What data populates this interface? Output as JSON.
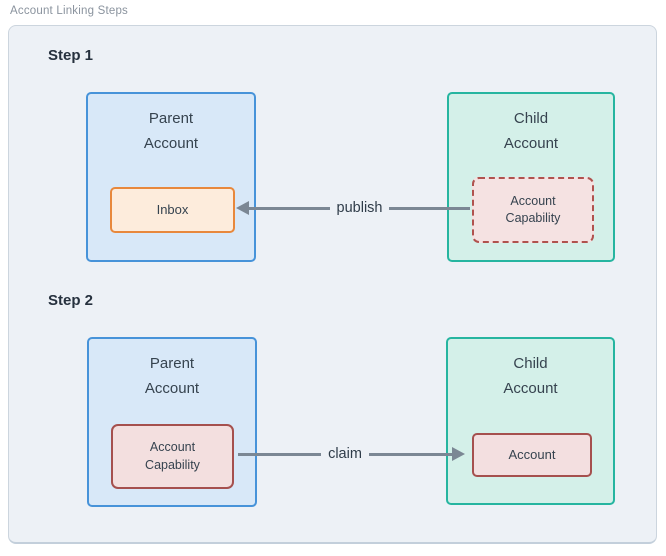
{
  "figure": {
    "title": "Account Linking Steps",
    "steps": [
      {
        "label": "Step 1",
        "parent": {
          "title": "Parent\nAccount",
          "inner_label": "Inbox"
        },
        "child": {
          "title": "Child\nAccount",
          "inner_label": "Account\nCapability"
        },
        "arrow_label": "publish",
        "arrow_direction": "child-to-parent"
      },
      {
        "label": "Step 2",
        "parent": {
          "title": "Parent\nAccount",
          "inner_label": "Account\nCapability"
        },
        "child": {
          "title": "Child\nAccount",
          "inner_label": "Account"
        },
        "arrow_label": "claim",
        "arrow_direction": "parent-to-child"
      }
    ],
    "colors": {
      "parent_fill": "#d8e8f8",
      "parent_border": "#4793d9",
      "child_fill": "#d4f0e9",
      "child_border": "#26b5a0",
      "inbox_fill": "#fdecdc",
      "inbox_border": "#e8883c",
      "capability_fill": "#f3dfdf",
      "capability_border": "#a5504e",
      "arrow": "#7b8794",
      "card_bg": "#edf1f6",
      "card_border": "#ccd5de",
      "title_text": "#8a939e",
      "dark_text": "#36434f"
    }
  }
}
